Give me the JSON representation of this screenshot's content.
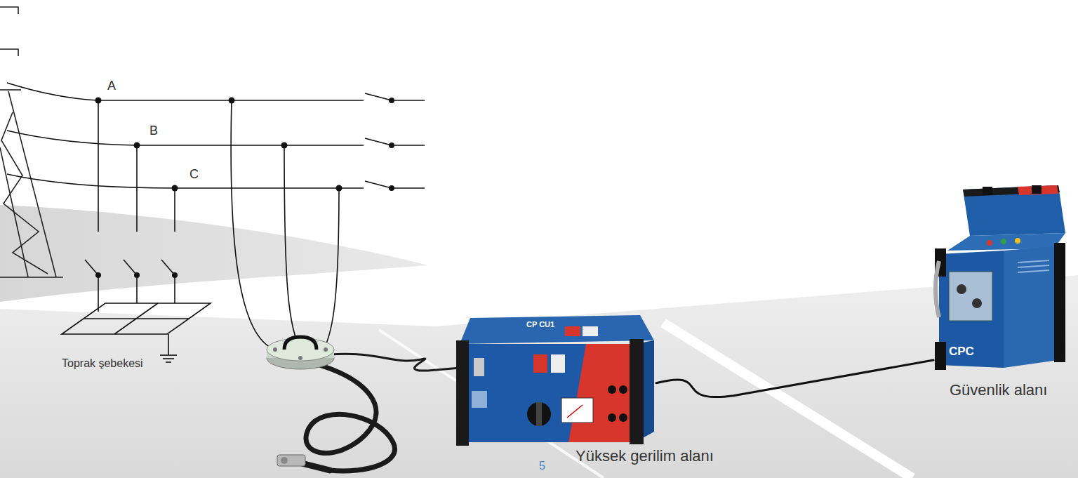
{
  "diagram": {
    "nodes": [
      {
        "text": [
          "CP CU1"
        ]
      },
      {
        "text": [
          "CPC"
        ]
      }
    ],
    "edges": [
      {
        "from": 0,
        "to": 1,
        "arrow": "none"
      }
    ],
    "labels": [
      "A",
      "B",
      "C",
      "Toprak şebekesi",
      "Yüksek gerilim alanı",
      "Güvenlik alanı",
      "5"
    ]
  }
}
